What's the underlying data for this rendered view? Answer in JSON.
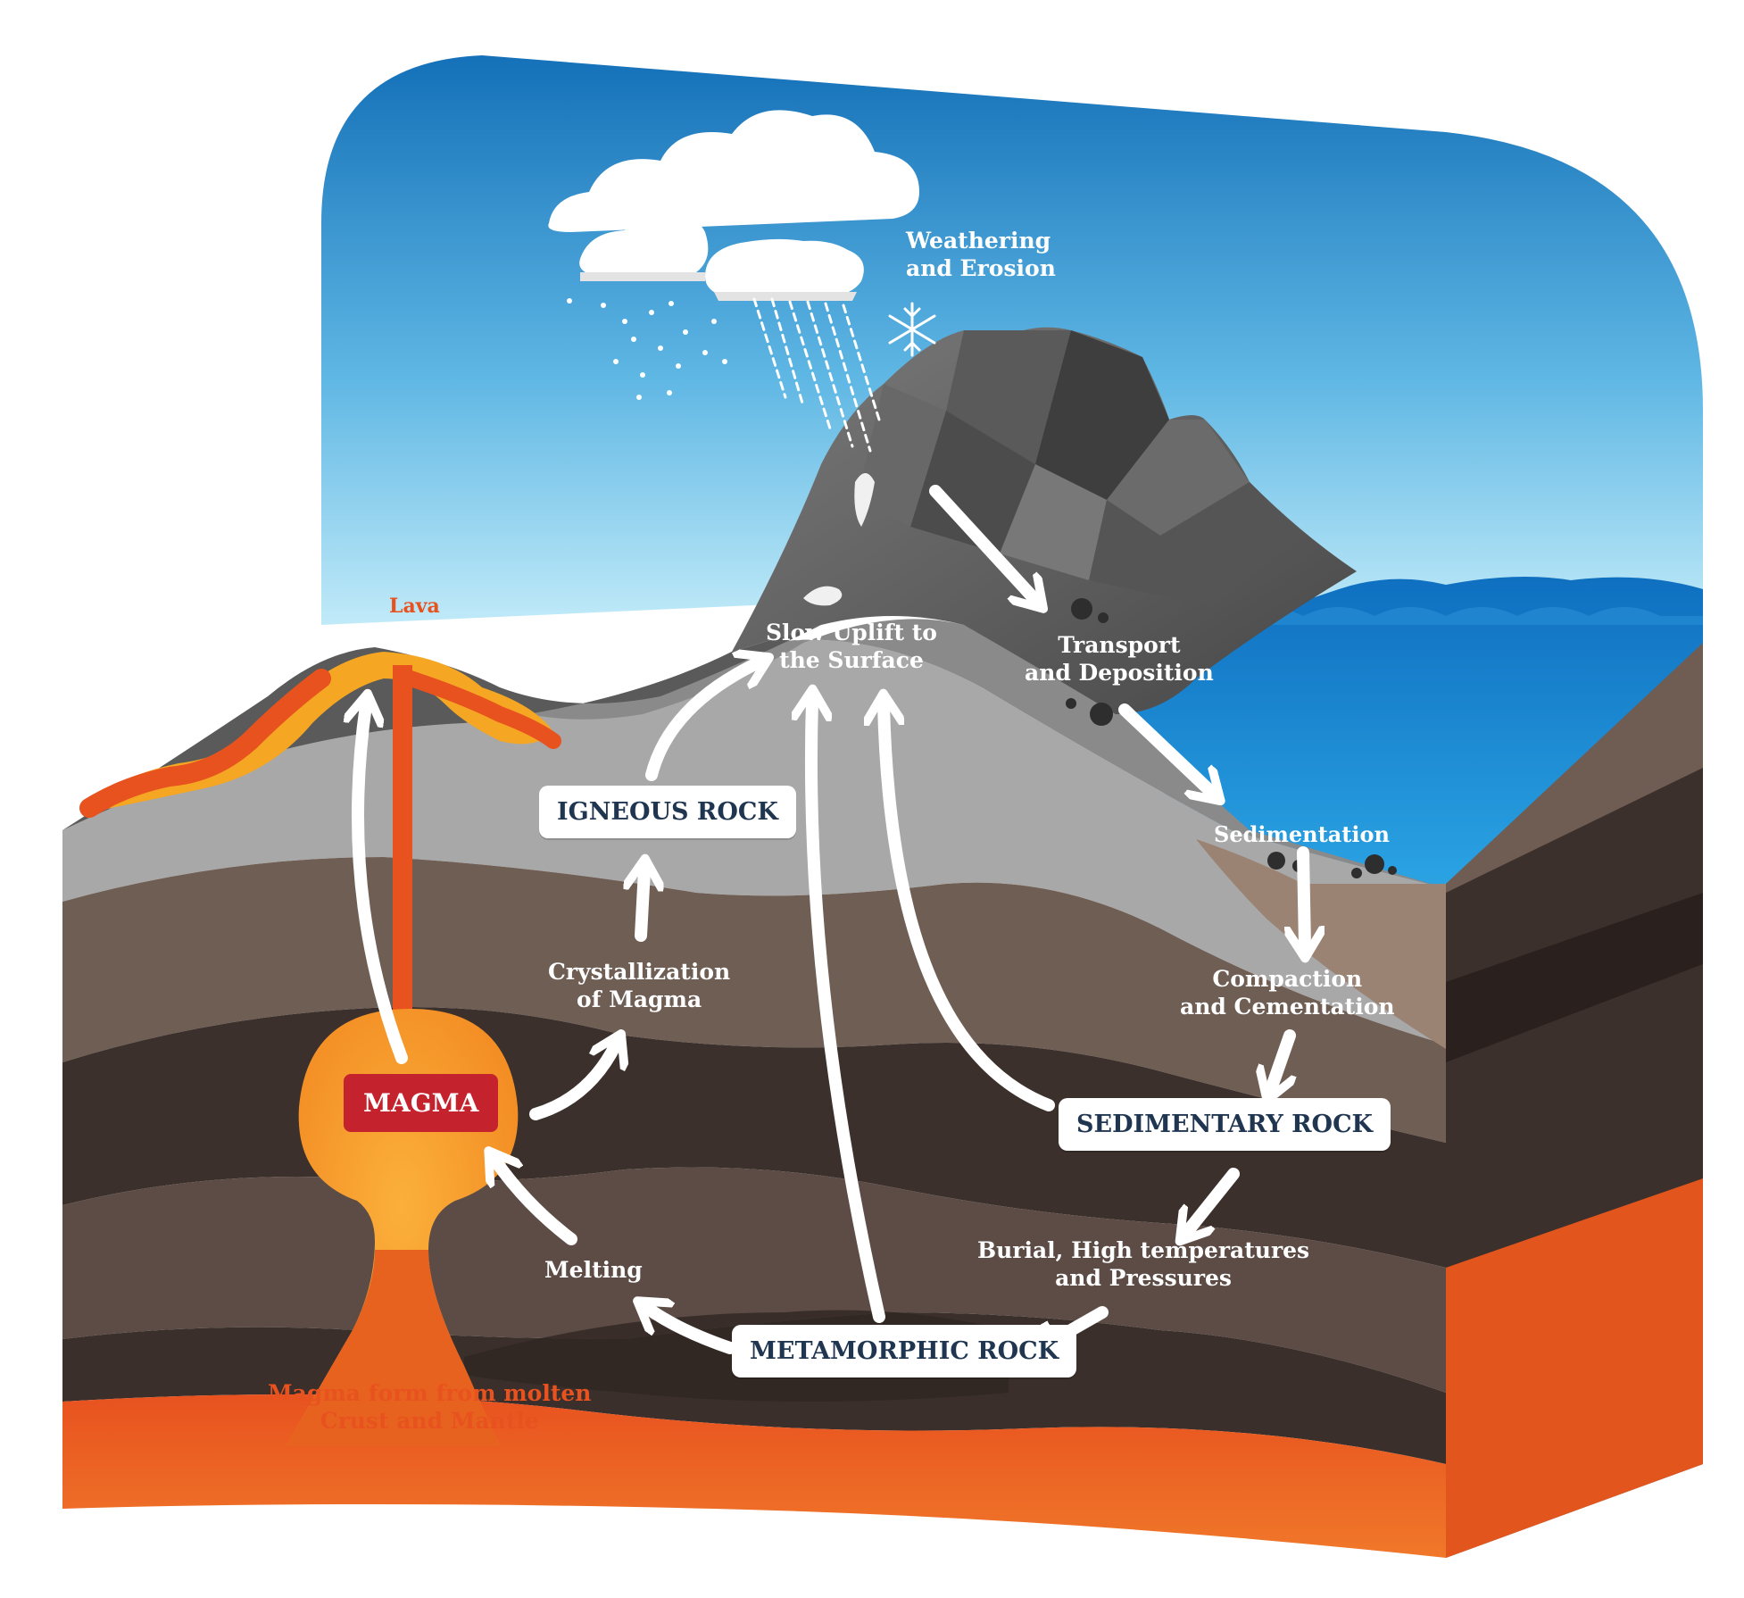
{
  "labels": {
    "weathering": [
      "Weathering",
      "and Erosion"
    ],
    "lava": "Lava",
    "slow_uplift": [
      "Slow Uplift to",
      "the Surface"
    ],
    "transport": [
      "Transport",
      "and Deposition"
    ],
    "sedimentation": "Sedimentation",
    "compaction": [
      "Compaction",
      "and Cementation"
    ],
    "crystallization": [
      "Crystallization",
      "of Magma"
    ],
    "burial": [
      "Burial, High temperatures",
      "and Pressures"
    ],
    "melting": "Melting",
    "magma_origin": [
      "Magma form from molten",
      "Crust and Mantle"
    ]
  },
  "boxes": {
    "igneous": "IGNEOUS ROCK",
    "sedimentary": "SEDIMENTARY ROCK",
    "metamorphic": "METAMORPHIC ROCK",
    "magma": "MAGMA"
  },
  "colors": {
    "sky_top": "#1470b8",
    "sky_bottom": "#c8eefa",
    "water": "#1f8fd2",
    "magma_orange": "#f28f22",
    "lava_orange": "#e8521f",
    "magma_box": "#c4232d",
    "box_text": "#1f3550",
    "rock_grey": "#6d6d6d",
    "layer_light": "#a9a9a9",
    "layer_brown": "#6f5f55",
    "layer_dark": "#3a2f2b"
  }
}
